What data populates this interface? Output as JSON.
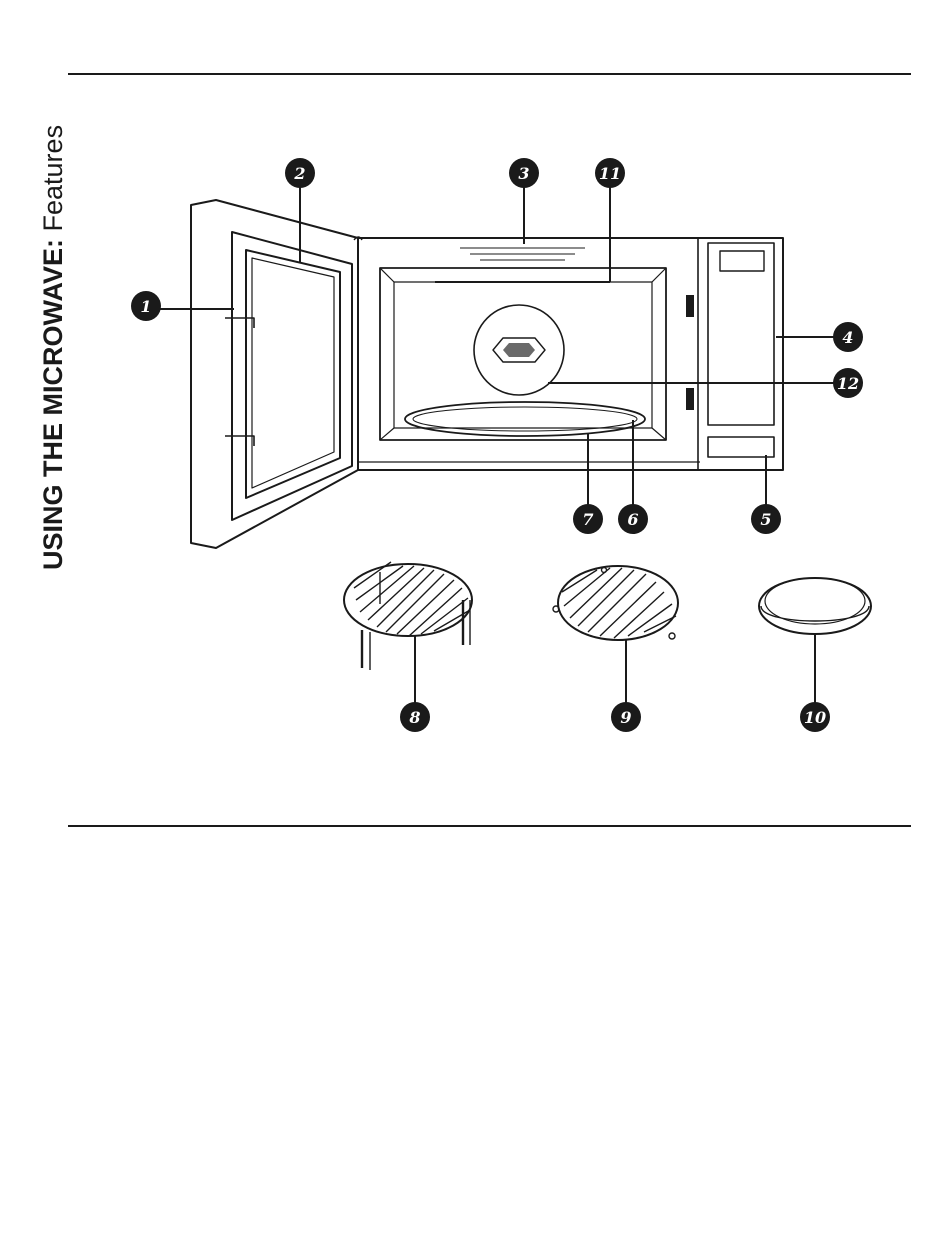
{
  "page": {
    "section_title_bold": "USING THE MICROWAVE:",
    "section_title_light": " Features"
  },
  "diagram": {
    "callouts": [
      "1",
      "2",
      "3",
      "4",
      "5",
      "6",
      "7",
      "8",
      "9",
      "10",
      "11",
      "12"
    ]
  },
  "colors": {
    "ink": "#1a1a1a",
    "paper": "#ffffff"
  }
}
